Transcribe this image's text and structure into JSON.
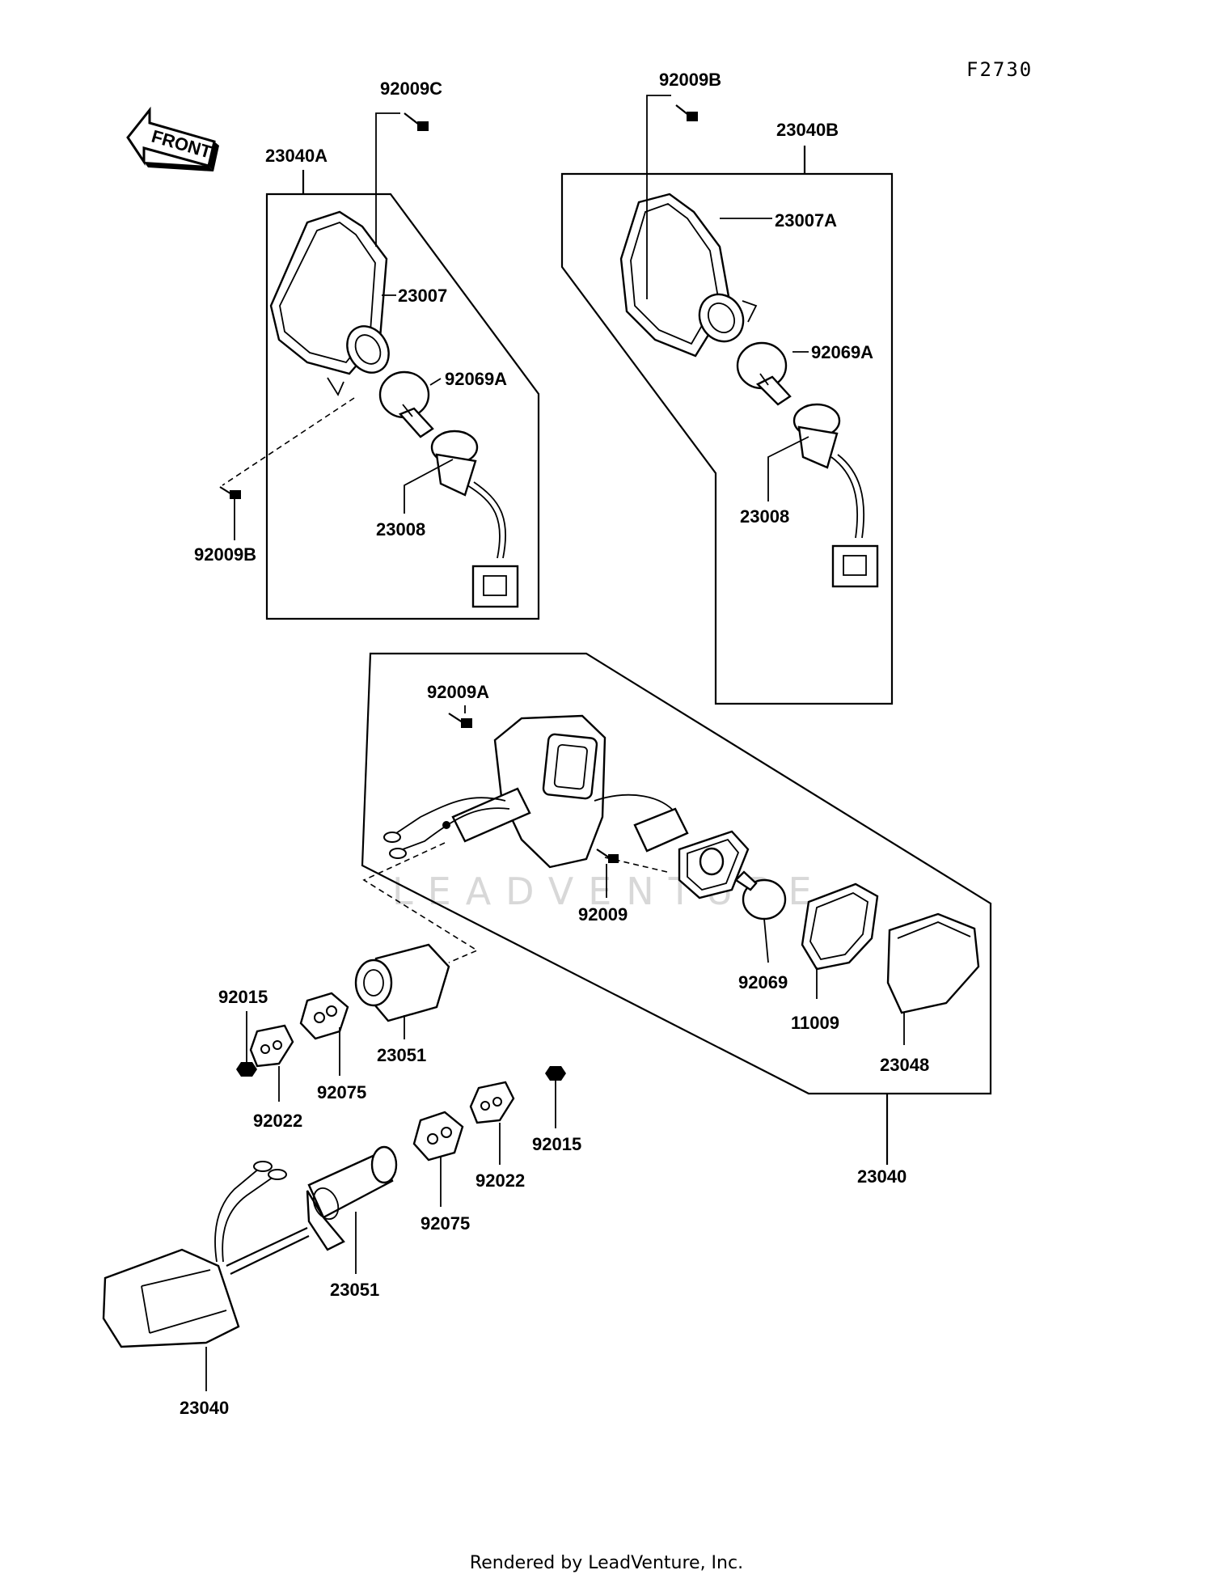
{
  "figure_code": "F2730",
  "front_label": "FRONT",
  "watermark": "LEADVENTURE",
  "footer": "Rendered by LeadVenture, Inc.",
  "labels": {
    "l_92009C": "92009C",
    "l_23040A": "23040A",
    "l_23007": "23007",
    "l_92069A_left": "92069A",
    "l_92009B_left": "92009B",
    "l_23008_left": "23008",
    "l_92009B_right": "92009B",
    "l_23040B": "23040B",
    "l_23007A": "23007A",
    "l_92069A_right": "92069A",
    "l_23008_right": "23008",
    "l_92009A": "92009A",
    "l_92009": "92009",
    "l_92069": "92069",
    "l_11009": "11009",
    "l_23048": "23048",
    "l_23040_right": "23040",
    "l_92015_left": "92015",
    "l_92022_left": "92022",
    "l_92075_left": "92075",
    "l_23051_top": "23051",
    "l_92015_right": "92015",
    "l_92022_right": "92022",
    "l_92075_right": "92075",
    "l_23051_bottom": "23051",
    "l_23040_bottom": "23040"
  }
}
